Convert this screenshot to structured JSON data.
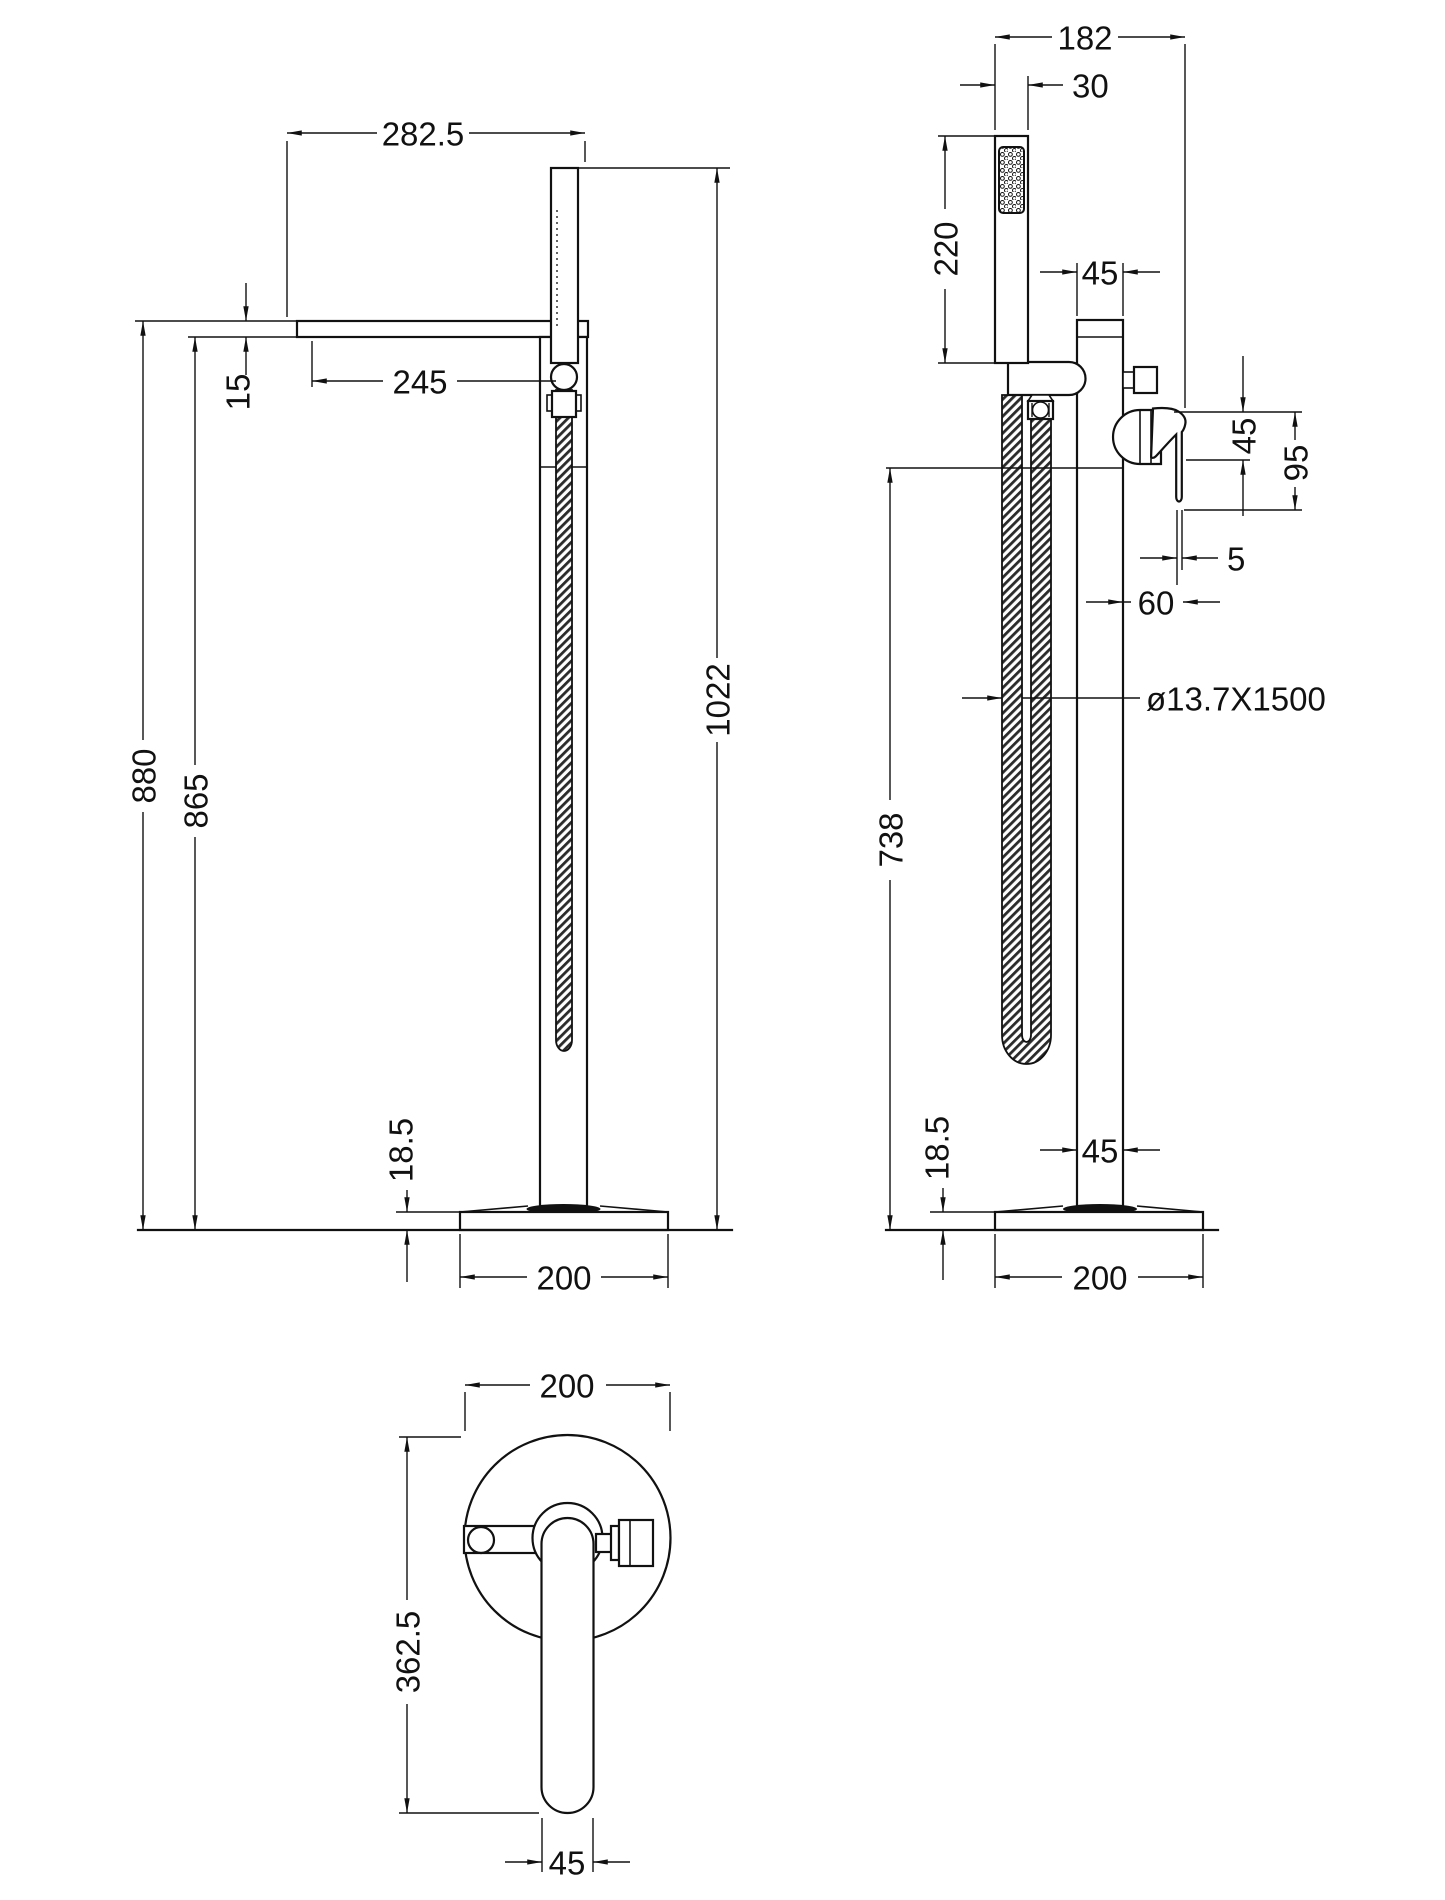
{
  "views": {
    "side": {
      "dims": {
        "reach": "282.5",
        "spout_thickness": "15",
        "spout_to_handset": "245",
        "floor_to_spout_top": "880",
        "floor_to_spout_underside": "865",
        "overall_height": "1022",
        "base_height": "18.5",
        "base_width": "200"
      }
    },
    "front": {
      "dims": {
        "handset_to_lever": "182",
        "handset_width": "30",
        "handset_length": "220",
        "column_width": "45",
        "lever_depth": "45",
        "lever_height": "95",
        "lever_tip_thickness": "5",
        "lever_offset": "60",
        "hose_spec": "ø13.7X1500",
        "floor_to_joint": "738",
        "base_height": "18.5",
        "column_width_lower": "45",
        "base_width": "200"
      }
    },
    "plan": {
      "dims": {
        "base_width": "200",
        "overall_depth": "362.5",
        "lever_width": "45"
      }
    }
  },
  "colors": {
    "line": "#111111",
    "background": "#ffffff"
  }
}
